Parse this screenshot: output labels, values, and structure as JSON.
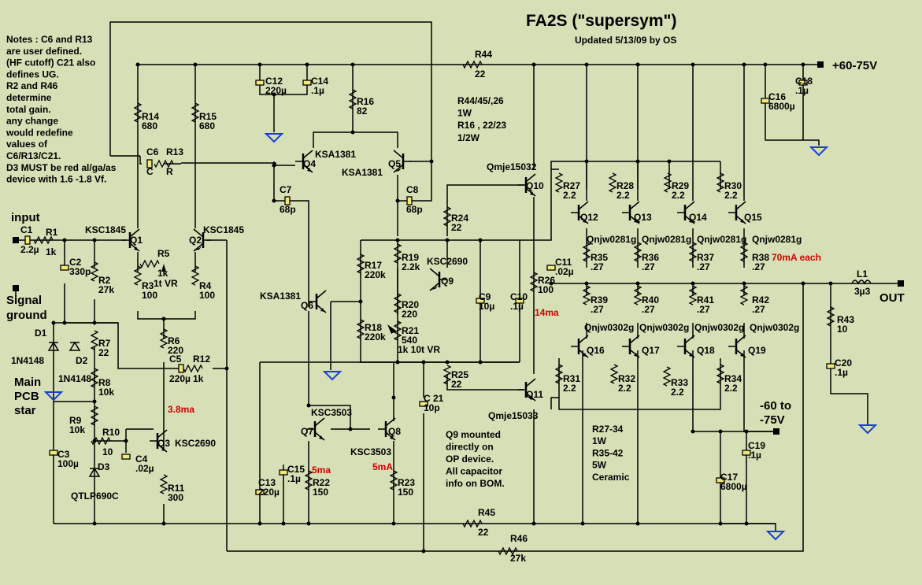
{
  "title": "FA2S (\"supersym\")",
  "updated": "Updated 5/13/09 by OS",
  "notes": [
    "Notes : C6 and R13",
    "are user defined.",
    "(HF cutoff) C21 also",
    "defines UG.",
    "R2 and R46",
    "determine",
    "total gain.",
    "any change",
    "would redefine",
    " values of",
    "C6/R13/C21.",
    "D3 MUST be red al/ga/as",
    "device with 1.6 -1.8 Vf."
  ],
  "power_notes": [
    "R44/45/,26",
    "1W",
    "R16 , 22/23",
    "1/2W"
  ],
  "q9_notes": [
    "Q9 mounted",
    "directly on",
    "OP device.",
    "All capacitor",
    "info on BOM."
  ],
  "resistor_notes": [
    "R27-34",
    "1W",
    "R35-42",
    "5W",
    "Ceramic"
  ],
  "rails": {
    "positive": "+60-75V",
    "negative_line1": "-60 to",
    "negative_line2": "-75V"
  },
  "io": {
    "input": "input",
    "signal_ground": [
      "Signal",
      "ground"
    ],
    "main_pcb_star": [
      "Main",
      "PCB",
      "star"
    ],
    "output": "OUT"
  },
  "currents": {
    "q3": "3.8ma",
    "q7": "5ma",
    "q8": "5mA",
    "r26": "14ma",
    "r38": "70mA each"
  },
  "resistors": {
    "R1": [
      "R1",
      "1k"
    ],
    "R2": [
      "R2",
      "27k"
    ],
    "R3": [
      "R3",
      "100"
    ],
    "R4": [
      "R4",
      "100"
    ],
    "R5": [
      "R5",
      "1k",
      "1t VR"
    ],
    "R6": [
      "R6",
      "220"
    ],
    "R7": [
      "R7",
      "22"
    ],
    "R8": [
      "R8",
      "10k"
    ],
    "R9": [
      "R9",
      "10k"
    ],
    "R10": [
      "R10",
      "10"
    ],
    "R11": [
      "R11",
      "300"
    ],
    "R12": [
      "R12",
      "1k"
    ],
    "R13": [
      "R13",
      "R"
    ],
    "R14": [
      "R14",
      "680"
    ],
    "R15": [
      "R15",
      "680"
    ],
    "R16": [
      "R16",
      "82"
    ],
    "R17": [
      "R17",
      "220k"
    ],
    "R18": [
      "R18",
      "220k"
    ],
    "R19": [
      "R19",
      "2.2k"
    ],
    "R20": [
      "R20",
      "220"
    ],
    "R21": [
      "R21",
      "540",
      "1k 10t VR"
    ],
    "R22": [
      "R22",
      "150"
    ],
    "R23": [
      "R23",
      "150"
    ],
    "R24": [
      "R24",
      "22"
    ],
    "R25": [
      "R25",
      "22"
    ],
    "R26": [
      "R26",
      "100"
    ],
    "R27": [
      "R27",
      "2.2"
    ],
    "R28": [
      "R28",
      "2.2"
    ],
    "R29": [
      "R29",
      "2.2"
    ],
    "R30": [
      "R30",
      "2.2"
    ],
    "R31": [
      "R31",
      "2.2"
    ],
    "R32": [
      "R32",
      "2.2"
    ],
    "R33": [
      "R33",
      "2.2"
    ],
    "R34": [
      "R34",
      "2.2"
    ],
    "R35": [
      "R35",
      ".27"
    ],
    "R36": [
      "R36",
      ".27"
    ],
    "R37": [
      "R37",
      ".27"
    ],
    "R38": [
      "R38",
      ".27"
    ],
    "R39": [
      "R39",
      ".27"
    ],
    "R40": [
      "R40",
      ".27"
    ],
    "R41": [
      "R41",
      ".27"
    ],
    "R42": [
      "R42",
      ".27"
    ],
    "R43": [
      "R43",
      "10"
    ],
    "R44": [
      "R44",
      "22"
    ],
    "R45": [
      "R45",
      "22"
    ],
    "R46": [
      "R46",
      "27k"
    ]
  },
  "capacitors": {
    "C1": [
      "C1",
      "2.2µ"
    ],
    "C2": [
      "C2",
      "330p"
    ],
    "C3": [
      "C3",
      "100µ"
    ],
    "C4": [
      "C4",
      ".02µ"
    ],
    "C5": [
      "C5",
      "220µ"
    ],
    "C6": [
      "C6",
      "C"
    ],
    "C7": [
      "C7",
      "68p"
    ],
    "C8": [
      "C8",
      "68p"
    ],
    "C9": [
      "C9",
      "10µ"
    ],
    "C10": [
      "C10",
      ".1µ"
    ],
    "C11": [
      "C11",
      ".02µ"
    ],
    "C12": [
      "C12",
      "220µ"
    ],
    "C13": [
      "C13",
      "220µ"
    ],
    "C14": [
      "C14",
      ".1µ"
    ],
    "C15": [
      "C15",
      ".1µ"
    ],
    "C16": [
      "C16",
      "6800µ"
    ],
    "C17": [
      "C17",
      "6800µ"
    ],
    "C18": [
      "C18",
      ".1µ"
    ],
    "C19": [
      "C19",
      ".1µ"
    ],
    "C20": [
      "C20",
      ".1µ"
    ],
    "C21": [
      "C 21",
      "10p"
    ]
  },
  "transistors": {
    "Q1": [
      "Q1",
      "KSC1845"
    ],
    "Q2": [
      "Q2",
      "KSC1845"
    ],
    "Q3": [
      "Q3",
      "KSC2690"
    ],
    "Q4": [
      "Q4",
      "KSA1381"
    ],
    "Q5": [
      "Q5",
      "KSA1381"
    ],
    "Q6": [
      "Q6",
      "KSA1381"
    ],
    "Q7": [
      "Q7",
      "KSC3503"
    ],
    "Q8": [
      "Q8",
      "KSC3503"
    ],
    "Q9": [
      "Q9",
      "KSC2690"
    ],
    "Q10": [
      "Q10",
      "Qmje15032"
    ],
    "Q11": [
      "Q11",
      "Qmje15033"
    ],
    "Q12": [
      "Q12",
      "Qnjw0281g"
    ],
    "Q13": [
      "Q13",
      "Qnjw0281g"
    ],
    "Q14": [
      "Q14",
      "Qnjw0281g"
    ],
    "Q15": [
      "Q15",
      "Qnjw0281g"
    ],
    "Q16": [
      "Q16",
      "Qnjw0302g"
    ],
    "Q17": [
      "Q17",
      "Qnjw0302g"
    ],
    "Q18": [
      "Q18",
      "Qnjw0302g"
    ],
    "Q19": [
      "Q19",
      "Qnjw0302g"
    ]
  },
  "diodes": {
    "D1": [
      "D1",
      "1N4148"
    ],
    "D2": [
      "D2",
      "1N4148"
    ],
    "D3": [
      "D3",
      "QTLP690C"
    ]
  },
  "inductors": {
    "L1": [
      "L1",
      "3µ3"
    ]
  }
}
